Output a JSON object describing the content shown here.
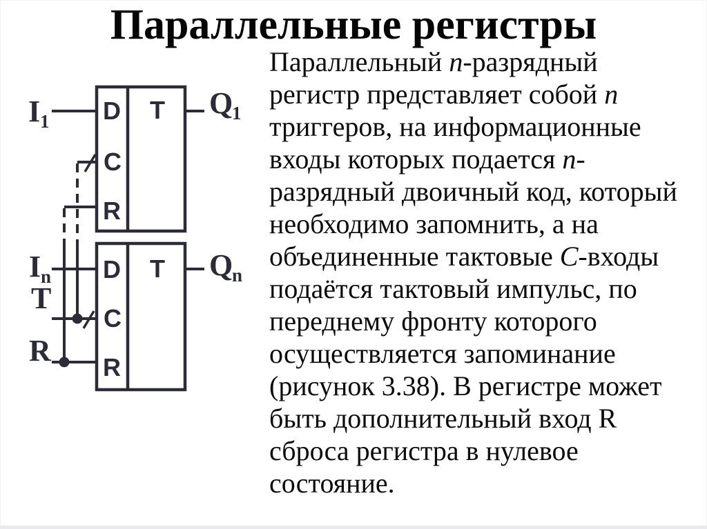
{
  "title": "Параллельные регистры",
  "colors": {
    "ink": "#2c2c38",
    "text": "#0b0b0d",
    "bg": "#ffffff",
    "strip": "#eaeaee"
  },
  "paragraph": {
    "lines": [
      [
        {
          "t": "Параллельный "
        },
        {
          "t": "n",
          "i": 1
        },
        {
          "t": "-разрядный"
        }
      ],
      [
        {
          "t": "регистр представляет собой "
        },
        {
          "t": "n",
          "i": 1
        }
      ],
      [
        {
          "t": "триггеров, на информационные"
        }
      ],
      [
        {
          "t": "входы которых подается "
        },
        {
          "t": "n",
          "i": 1
        },
        {
          "t": "-"
        }
      ],
      [
        {
          "t": "разрядный двоичный код, который"
        }
      ],
      [
        {
          "t": "необходимо запомнить, а на"
        }
      ],
      [
        {
          "t": "объединенные тактовые "
        },
        {
          "t": "C",
          "i": 1
        },
        {
          "t": "-входы"
        }
      ],
      [
        {
          "t": "подаётся тактовый импульс, по"
        }
      ],
      [
        {
          "t": "переднему фронту которого"
        }
      ],
      [
        {
          "t": "осуществляется запоминание"
        }
      ],
      [
        {
          "t": "(рисунок 3.38). В регистре может"
        }
      ],
      [
        {
          "t": "быть дополнительный вход R"
        }
      ],
      [
        {
          "t": "сброса регистра в нулевое"
        }
      ],
      [
        {
          "t": "состояние."
        }
      ]
    ]
  },
  "diagram": {
    "ff1": {
      "d": "D",
      "c": "C",
      "r": "R",
      "t": "T"
    },
    "ff2": {
      "d": "D",
      "c": "C",
      "r": "R",
      "t": "T"
    },
    "pins": {
      "i1": {
        "main": "I",
        "sub": "1"
      },
      "q1": {
        "main": "Q",
        "sub": "1"
      },
      "in": {
        "main": "I",
        "sub": "n"
      },
      "qn": {
        "main": "Q",
        "sub": "n"
      },
      "t": "T",
      "r": "R"
    }
  }
}
